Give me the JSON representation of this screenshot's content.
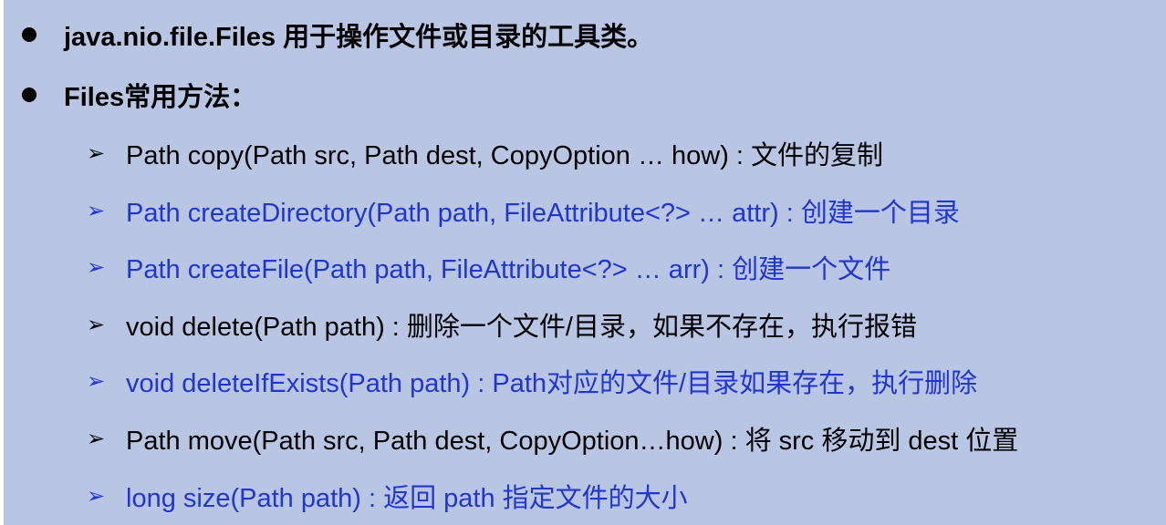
{
  "bullets": [
    {
      "label_bold": "java.nio.file.Files",
      "label_rest": " 用于操作文件或目录的工具类。",
      "bold_all": false
    },
    {
      "label_bold": "Files",
      "label_rest": "常用方法：",
      "bold_all": true
    }
  ],
  "methods": [
    {
      "text": "Path copy(Path src, Path dest, CopyOption … how) : 文件的复制",
      "color": "#000000"
    },
    {
      "text": "Path createDirectory(Path path, FileAttribute<?> … attr) : 创建一个目录",
      "color": "#1f35d6"
    },
    {
      "text": "Path createFile(Path path, FileAttribute<?> … arr) : 创建一个文件",
      "color": "#1f35d6"
    },
    {
      "text": "void delete(Path path) : 删除一个文件/目录，如果不存在，执行报错",
      "color": "#000000"
    },
    {
      "text": "void deleteIfExists(Path path) : Path对应的文件/目录如果存在，执行删除",
      "color": "#1f35d6"
    },
    {
      "text": "Path move(Path src, Path dest, CopyOption…how) : 将 src 移动到 dest 位置",
      "color": "#000000"
    },
    {
      "text": "long size(Path path) : 返回 path 指定文件的大小",
      "color": "#1f35d6"
    }
  ],
  "icons": {
    "bullet": "filled-circle-bullet-icon",
    "sub_bullet": "arrow-bullet-icon"
  },
  "arrow_glyph": "➢"
}
